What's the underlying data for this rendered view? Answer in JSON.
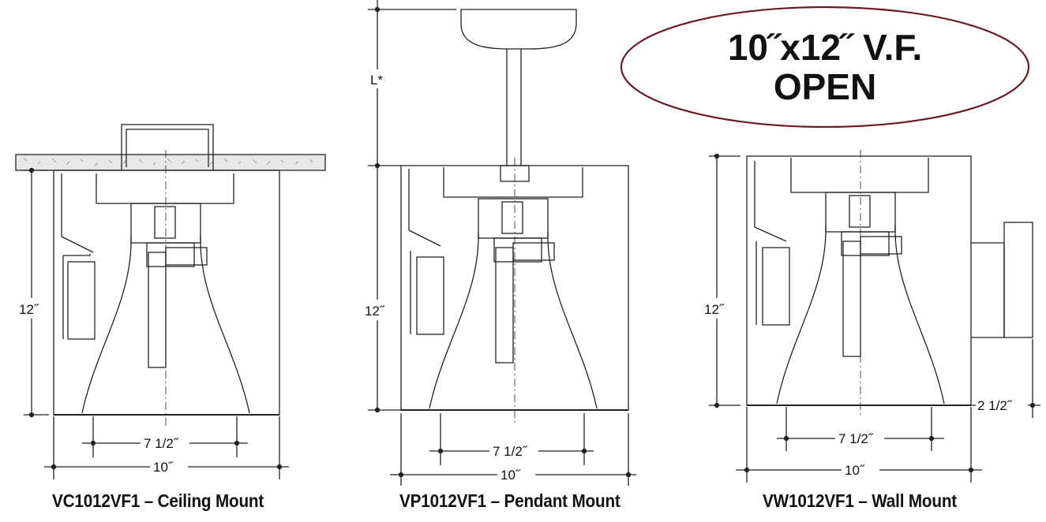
{
  "badge": {
    "line1": "10˝x12˝ V.F.",
    "line2": "OPEN",
    "outline_color": "#6b1a23"
  },
  "fixtures": [
    {
      "caption": "VC1012VF1 – Ceiling Mount",
      "height_label": "12˝",
      "inner_width_label": "7 1/2˝",
      "outer_width_label": "10˝"
    },
    {
      "caption": "VP1012VF1 – Pendant Mount",
      "height_label": "12˝",
      "stem_label": "L*",
      "inner_width_label": "7 1/2˝",
      "outer_width_label": "10˝"
    },
    {
      "caption": "VW1012VF1 – Wall Mount",
      "height_label": "12˝",
      "offset_label": "2 1/2˝",
      "inner_width_label": "7 1/2˝",
      "outer_width_label": "10˝"
    }
  ],
  "line_color": "#222222"
}
